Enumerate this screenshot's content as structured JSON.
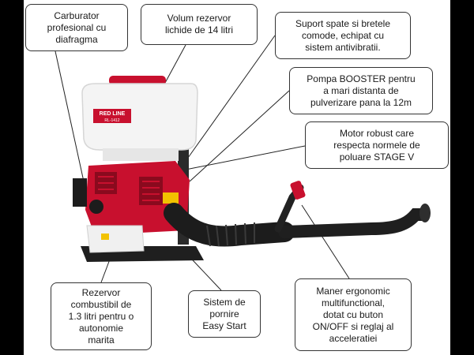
{
  "product": {
    "brand_label": "RED LINE",
    "brand_sublabel": "RL-1412"
  },
  "callouts": {
    "carburetor": "Carburator\nprofesional cu\ndiafragma",
    "tank_volume": "Volum rezervor\nlichide de 14 litri",
    "back_support": "Suport spate si bretele\ncomode, echipat cu\nsistem antivibratii.",
    "booster_pump": "Pompa BOOSTER pentru\na mari distanta de\npulverizare pana la 12m",
    "motor": "Motor robust care\nrespecta normele de\npoluare STAGE V",
    "fuel_tank": "Rezervor\ncombustibil de\n1.3 litri pentru o\nautonomie\nmarita",
    "easy_start": "Sistem de\npornire\nEasy Start",
    "ergonomic_handle": "Maner ergonomic\nmultifunctional,\ndotat cu buton\nON/OFF si reglaj al\nacceleratiei"
  },
  "colors": {
    "frame": "#000000",
    "background": "#ffffff",
    "engine_red": "#c8102e",
    "tank_white": "#f4f4f4",
    "hose_black": "#1c1c1c",
    "callout_border": "#333333"
  }
}
